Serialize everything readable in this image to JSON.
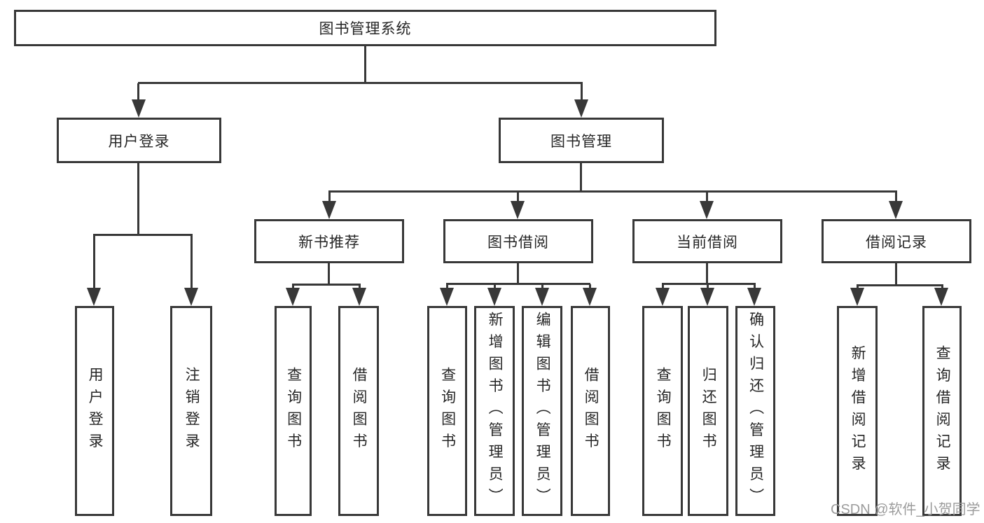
{
  "tree": {
    "root": {
      "label": "图书管理系统",
      "children": [
        {
          "label": "用户登录",
          "children": [
            {
              "label": "用户登录"
            },
            {
              "label": "注销登录"
            }
          ]
        },
        {
          "label": "图书管理",
          "children": [
            {
              "label": "新书推荐",
              "children": [
                {
                  "label": "查询图书"
                },
                {
                  "label": "借阅图书"
                }
              ]
            },
            {
              "label": "图书借阅",
              "children": [
                {
                  "label": "查询图书"
                },
                {
                  "label": "新增图书（管理员）"
                },
                {
                  "label": "编辑图书（管理员）"
                },
                {
                  "label": "借阅图书"
                }
              ]
            },
            {
              "label": "当前借阅",
              "children": [
                {
                  "label": "查询图书"
                },
                {
                  "label": "归还图书"
                },
                {
                  "label": "确认归还（管理员）"
                }
              ]
            },
            {
              "label": "借阅记录",
              "children": [
                {
                  "label": "新增借阅记录"
                },
                {
                  "label": "查询借阅记录"
                }
              ]
            }
          ]
        }
      ]
    }
  },
  "watermark": {
    "text": "CSDN @软件_小贺同学"
  },
  "colors": {
    "line": "#383838",
    "text": "#262626",
    "watermark": "#9c9c9c",
    "background": "#ffffff"
  }
}
